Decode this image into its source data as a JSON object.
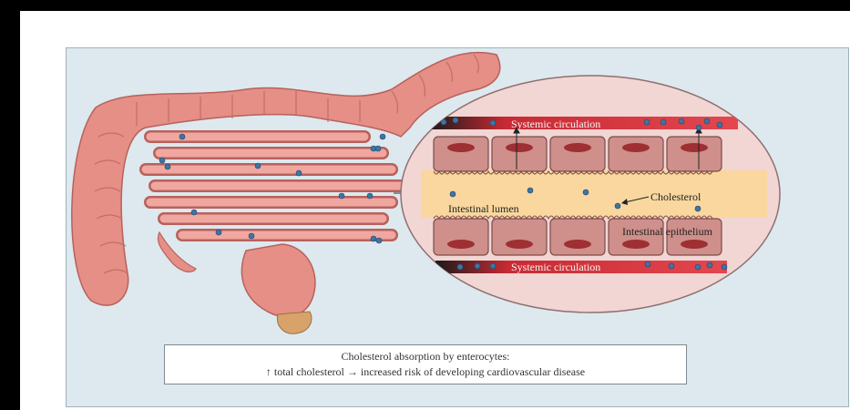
{
  "labels": {
    "systemic_top": "Systemic circulation",
    "systemic_bottom": "Systemic circulation",
    "cholesterol": "Cholesterol",
    "lumen": "Intestinal lumen",
    "epithelium": "Intestinal epithelium"
  },
  "caption": {
    "line1": "Cholesterol absorption by enterocytes:",
    "line2": "↑ total cholesterol → increased risk of developing cardiovascular disease"
  },
  "colors": {
    "background": "#dde9ee",
    "intestine": "#e58f86",
    "magnifier": "#f1d6d4",
    "lumen": "#f9d79e",
    "cell": "#cf8f8a",
    "nucleus": "#9e2f33",
    "blood": "#d9363e",
    "cholesterol": "#3f74a3"
  }
}
